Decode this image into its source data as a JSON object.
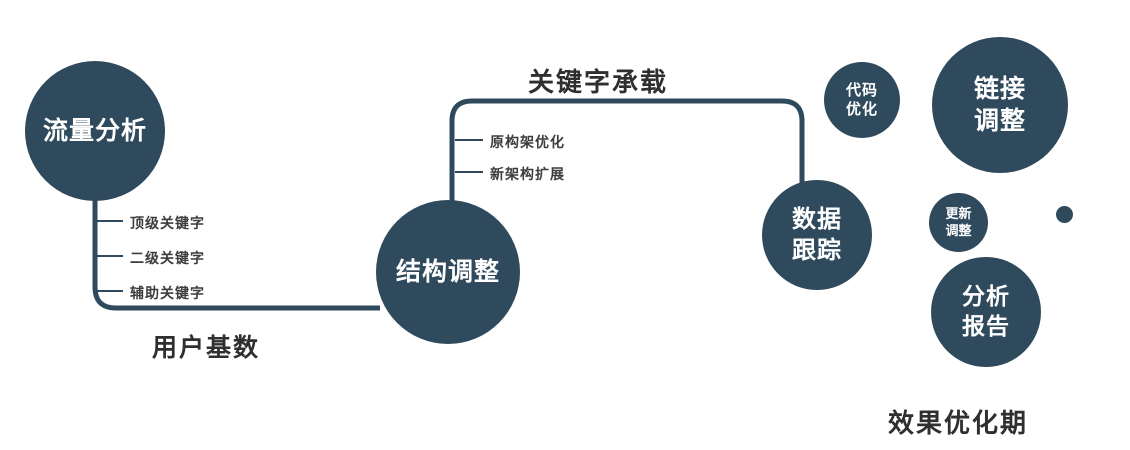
{
  "diagram": {
    "accent_color": "#2f4a5d",
    "nodes": {
      "traffic_analysis": {
        "label": "流量分析"
      },
      "structure_adjust": {
        "label": "结构调整"
      },
      "data_tracking": {
        "line1": "数据",
        "line2": "跟踪"
      },
      "code_optimization": {
        "line1": "代码",
        "line2": "优化"
      },
      "link_adjustment": {
        "line1": "链接",
        "line2": "调整"
      },
      "update_adjustment": {
        "line1": "更新",
        "line2": "调整"
      },
      "analysis_report": {
        "line1": "分析",
        "line2": "报告"
      }
    },
    "edge_labels": {
      "user_base": "用户基数",
      "keyword_bearing": "关键字承载"
    },
    "traffic_branches": [
      "顶级关键字",
      "二级关键字",
      "辅助关键字"
    ],
    "structure_branches": [
      "原构架优化",
      "新架构扩展"
    ],
    "footer_label": "效果优化期"
  }
}
